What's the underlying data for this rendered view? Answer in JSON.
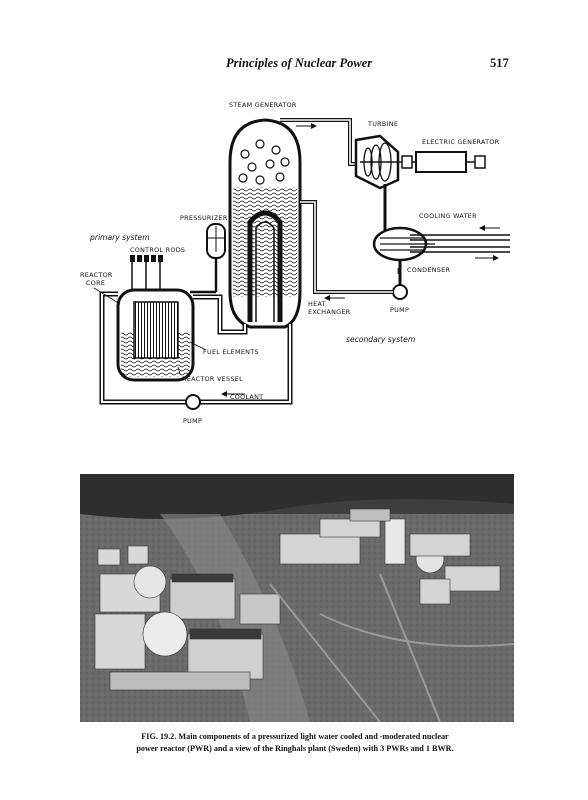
{
  "header": {
    "running_title": "Principles of Nuclear Power",
    "page_number": "517"
  },
  "diagram": {
    "labels": {
      "steam_generator": "STEAM GENERATOR",
      "turbine": "TURBINE",
      "electric_generator": "ELECTRIC GENERATOR",
      "pressurizer": "PRESSURIZER",
      "primary_system": "primary system",
      "control_rods": "CONTROL RODS",
      "reactor": "REACTOR",
      "core": "CORE",
      "cooling_water": "COOLING WATER",
      "condenser": "CONDENSER",
      "heat": "HEAT",
      "exchanger": "EXCHANGER",
      "pump_secondary": "PUMP",
      "secondary_system": "secondary system",
      "fuel_elements": "FUEL ELEMENTS",
      "reactor_vessel": "REACTOR VESSEL",
      "coolant": "COOLANT",
      "pump_primary": "PUMP"
    }
  },
  "caption": {
    "line1": "FIG. 19.2. Main components of a pressurized light water cooled and -moderated nuclear",
    "line2": "power reactor (PWR) and a view of the Ringhals plant (Sweden) with 3 PWRs and 1 BWR."
  }
}
